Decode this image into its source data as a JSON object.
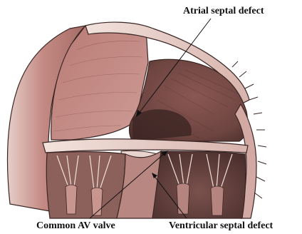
{
  "labels": {
    "atrial_septal_defect": "Atrial septal defect",
    "common_av_valve": "Common AV valve",
    "ventricular_septal_defect": "Ventricular septal defect"
  },
  "colors": {
    "background": "#ffffff",
    "atrial_wall": "#c98f89",
    "atrial_wall_dark": "#8f5a56",
    "chamber_shadow": "#5e3d3a",
    "valve_tissue": "#e8d4cc",
    "outline": "#3a2624"
  }
}
